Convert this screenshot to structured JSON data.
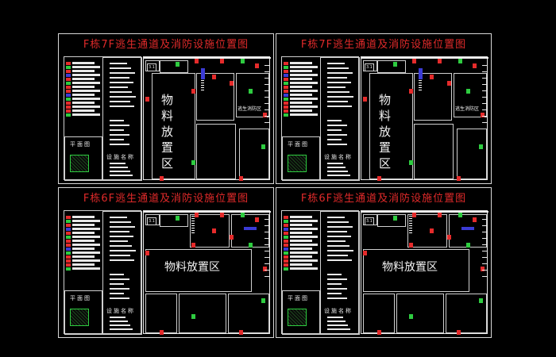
{
  "sheets": [
    {
      "title": "F栋7F逃生通道及消防设施位置图",
      "area_label": "物料放置区",
      "vertical": true,
      "zone_label": "逃生消防区",
      "mini_caption": "平面图",
      "legend_caption": "设施名称"
    },
    {
      "title": "F栋7F逃生通道及消防设施位置图",
      "area_label": "物料放置区",
      "vertical": true,
      "zone_label": "逃生消防区",
      "mini_caption": "平面图",
      "legend_caption": "设施名称"
    },
    {
      "title": "F栋6F逃生通道及消防设施位置图",
      "area_label": "物料放置区",
      "vertical": false,
      "zone_label": "",
      "mini_caption": "平面图",
      "legend_caption": "设施名称"
    },
    {
      "title": "F栋6F逃生通道及消防设施位置图",
      "area_label": "物料放置区",
      "vertical": false,
      "zone_label": "",
      "mini_caption": "平面图",
      "legend_caption": "设施名称"
    }
  ],
  "colors": {
    "background": "#000000",
    "title": "#e02a2a",
    "exit": "#2ecc40",
    "fire": "#e52b2b",
    "route": "#3b3bd6",
    "line": "#e8e8e8"
  }
}
